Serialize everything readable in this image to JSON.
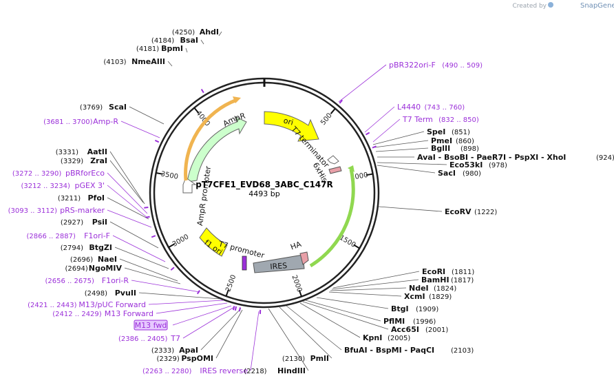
{
  "plasmid": {
    "name": "pT7CFE1_EVD68_3ABC_C147R",
    "size_label": "4493 bp",
    "total_bp": 4493
  },
  "watermark": {
    "prefix": "Created by",
    "brand": "SnapGene"
  },
  "colors": {
    "backbone": "#222222",
    "primer": "#9b30d9",
    "ori": "#ffff00",
    "ampr": "#ccffcc",
    "orf_orange": "#f0b450",
    "orf_green": "#90d850",
    "ires": "#a0a8b0",
    "ha": "#e8a0a8"
  },
  "ticks": [
    {
      "bp": 500,
      "label": "500"
    },
    {
      "bp": 1000,
      "label": "1000"
    },
    {
      "bp": 1500,
      "label": "1500"
    },
    {
      "bp": 2000,
      "label": "2000"
    },
    {
      "bp": 2500,
      "label": "2500"
    },
    {
      "bp": 3000,
      "label": "3000"
    },
    {
      "bp": 3500,
      "label": "3500"
    },
    {
      "bp": 4000,
      "label": "4000"
    }
  ],
  "features": [
    {
      "name": "ori",
      "label": "ori"
    },
    {
      "name": "ampr",
      "label": "AmpR"
    },
    {
      "name": "ampr-promoter",
      "label": "AmpR promoter"
    },
    {
      "name": "f1-ori",
      "label": "f1 ori"
    },
    {
      "name": "t7-promoter",
      "label": "T7 promoter"
    },
    {
      "name": "t7-terminator",
      "label": "T7 terminator"
    },
    {
      "name": "6xhis",
      "label": "6xHis"
    },
    {
      "name": "ha",
      "label": "HA"
    },
    {
      "name": "ires",
      "label": "IRES"
    }
  ],
  "labels": [
    {
      "num": "(4250)",
      "name": "AhdI",
      "type": "enzyme"
    },
    {
      "num": "(4184)",
      "name": "BsaI",
      "type": "enzyme"
    },
    {
      "num": "(4181)",
      "name": "BpmI",
      "type": "enzyme"
    },
    {
      "num": "(4103)",
      "name": "NmeAIII",
      "type": "enzyme"
    },
    {
      "num": "(3769)",
      "name": "ScaI",
      "type": "enzyme"
    },
    {
      "num": "(3681 .. 3700)",
      "name": "Amp-R",
      "type": "primer"
    },
    {
      "num": "(3331)",
      "name": "AatII",
      "type": "enzyme"
    },
    {
      "num": "(3329)",
      "name": "ZraI",
      "type": "enzyme"
    },
    {
      "num": "(3272 .. 3290)",
      "name": "pBRforEco",
      "type": "primer"
    },
    {
      "num": "(3212 .. 3234)",
      "name": "pGEX 3'",
      "type": "primer"
    },
    {
      "num": "(3211)",
      "name": "PfoI",
      "type": "enzyme"
    },
    {
      "num": "(3093 .. 3112)",
      "name": "pRS-marker",
      "type": "primer"
    },
    {
      "num": "(2927)",
      "name": "PsiI",
      "type": "enzyme"
    },
    {
      "num": "(2866 .. 2887)",
      "name": "F1ori-F",
      "type": "primer"
    },
    {
      "num": "(2794)",
      "name": "BtgZI",
      "type": "enzyme"
    },
    {
      "num": "(2696)",
      "name": "NaeI",
      "type": "enzyme"
    },
    {
      "num": "(2694)",
      "name": "NgoMIV",
      "type": "enzyme"
    },
    {
      "num": "(2656 .. 2675)",
      "name": "F1ori-R",
      "type": "primer"
    },
    {
      "num": "(2498)",
      "name": "PvuII",
      "type": "enzyme"
    },
    {
      "num": "(2421 .. 2443)",
      "name": "M13/pUC Forward",
      "type": "primer"
    },
    {
      "num": "(2412 .. 2429)",
      "name": "M13 Forward",
      "type": "primer"
    },
    {
      "num": "",
      "name": "M13 fwd",
      "type": "primer-box"
    },
    {
      "num": "(2386 .. 2405)",
      "name": "T7",
      "type": "primer"
    },
    {
      "num": "(2333)",
      "name": "ApaI",
      "type": "enzyme"
    },
    {
      "num": "(2329)",
      "name": "PspOMI",
      "type": "enzyme"
    },
    {
      "num": "(2263 .. 2280)",
      "name": "IRES reverse",
      "type": "primer"
    },
    {
      "num": "(2218)",
      "name": "HindIII",
      "type": "enzyme"
    },
    {
      "num": "(2130)",
      "name": "PmlI",
      "type": "enzyme"
    },
    {
      "num": "(2103)",
      "name": "BfuAI - BspMI - PaqCI",
      "type": "enzyme"
    },
    {
      "num": "(2005)",
      "name": "KpnI",
      "type": "enzyme"
    },
    {
      "num": "(2001)",
      "name": "Acc65I",
      "type": "enzyme"
    },
    {
      "num": "(1996)",
      "name": "PflMI",
      "type": "enzyme"
    },
    {
      "num": "(1909)",
      "name": "BtgI",
      "type": "enzyme"
    },
    {
      "num": "(1829)",
      "name": "XcmI",
      "type": "enzyme"
    },
    {
      "num": "(1824)",
      "name": "NdeI",
      "type": "enzyme"
    },
    {
      "num": "(1817)",
      "name": "BamHI",
      "type": "enzyme"
    },
    {
      "num": "(1811)",
      "name": "EcoRI",
      "type": "enzyme"
    },
    {
      "num": "(1222)",
      "name": "EcoRV",
      "type": "enzyme"
    },
    {
      "num": "(980)",
      "name": "SacI",
      "type": "enzyme"
    },
    {
      "num": "(978)",
      "name": "Eco53kI",
      "type": "enzyme"
    },
    {
      "num": "(924)",
      "name": "AvaI - BsoBI - PaeR7I - PspXI - XhoI",
      "type": "enzyme"
    },
    {
      "num": "(898)",
      "name": "BglII",
      "type": "enzyme"
    },
    {
      "num": "(860)",
      "name": "PmeI",
      "type": "enzyme"
    },
    {
      "num": "(851)",
      "name": "SpeI",
      "type": "enzyme"
    },
    {
      "num": "(832 .. 850)",
      "name": "T7 Term",
      "type": "primer"
    },
    {
      "num": "(743 .. 760)",
      "name": "L4440",
      "type": "primer"
    },
    {
      "num": "(490 .. 509)",
      "name": "pBR322ori-F",
      "type": "primer"
    }
  ]
}
